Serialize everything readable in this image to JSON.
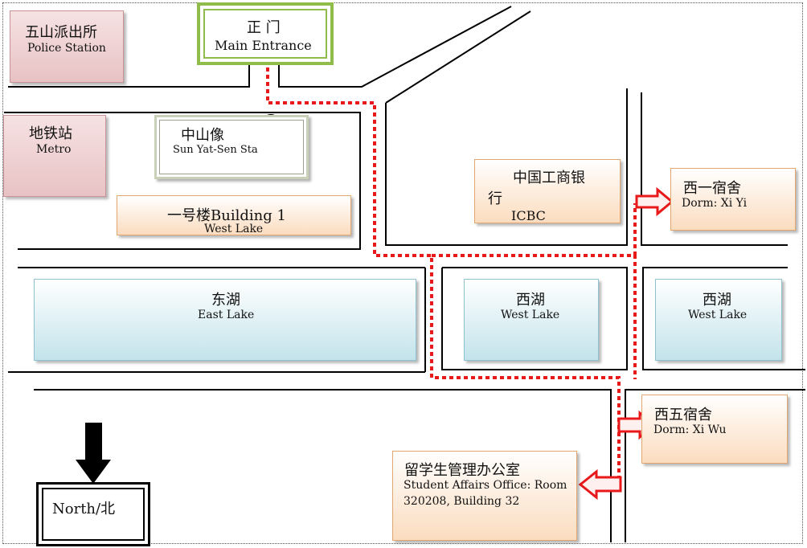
{
  "landmarks": {
    "police_station": {
      "cn": "五山派出所",
      "en": "Police Station"
    },
    "main_entrance": {
      "cn": "正 门",
      "en": "Main Entrance"
    },
    "metro": {
      "cn": "地铁站",
      "en": "Metro"
    },
    "sun_yat_sen": {
      "cn": "中山像",
      "en": "Sun Yat-Sen Sta"
    },
    "building1": {
      "cn": "一号楼Building 1",
      "en": "West Lake"
    },
    "icbc": {
      "cn_line1": "中国工商银",
      "cn_line2": "行",
      "en": "ICBC"
    },
    "dorm_xiyi": {
      "cn": "西一宿舍",
      "en": "Dorm: Xi Yi"
    },
    "east_lake": {
      "cn": "东湖",
      "en": "East Lake"
    },
    "west_lake_1": {
      "cn": "西湖",
      "en": "West Lake"
    },
    "west_lake_2": {
      "cn": "西湖",
      "en": "West Lake"
    },
    "dorm_xiwu": {
      "cn": "西五宿舍",
      "en": "Dorm: Xi Wu"
    },
    "student_affairs": {
      "cn": "留学生管理办公室",
      "en_line1": "Student Affairs Office: Room",
      "en_line2": "320208, Building 32"
    }
  },
  "compass": {
    "label": "North/北"
  },
  "colors": {
    "route": "#e8191a",
    "entrance_border": "#8fbc4a",
    "road": "#000000"
  }
}
